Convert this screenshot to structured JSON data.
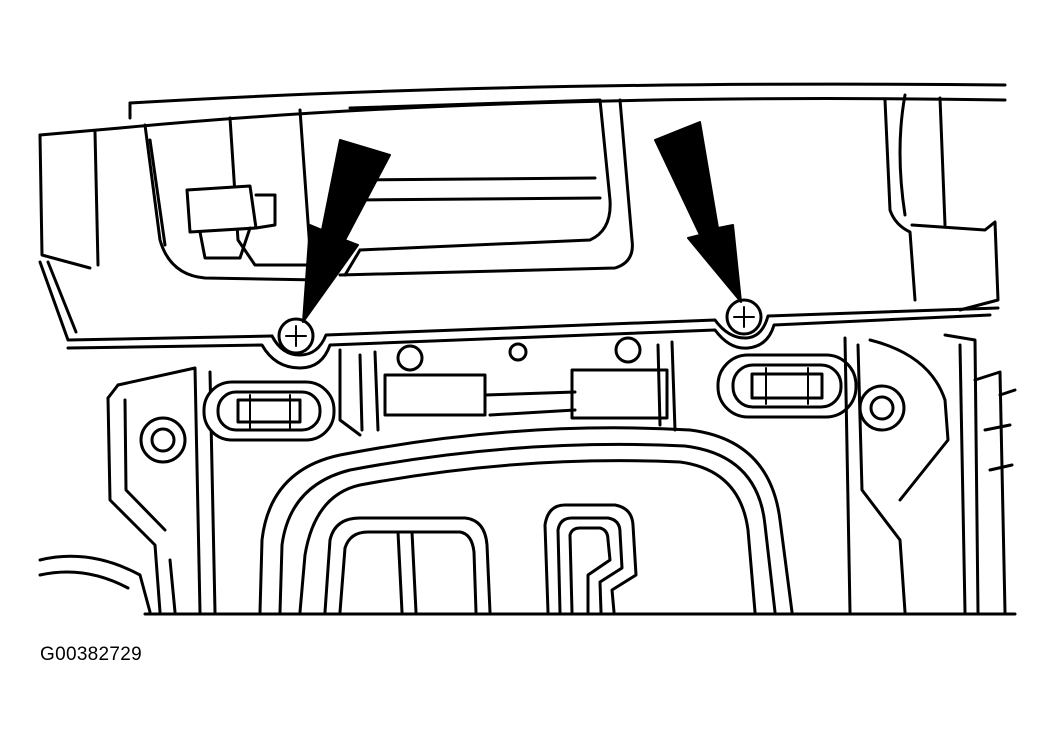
{
  "figure": {
    "id_label": "G00382729"
  },
  "callouts": [
    {
      "icon": "arrow-pointer",
      "target": "screw"
    },
    {
      "icon": "arrow-pointer",
      "target": "screw"
    }
  ]
}
